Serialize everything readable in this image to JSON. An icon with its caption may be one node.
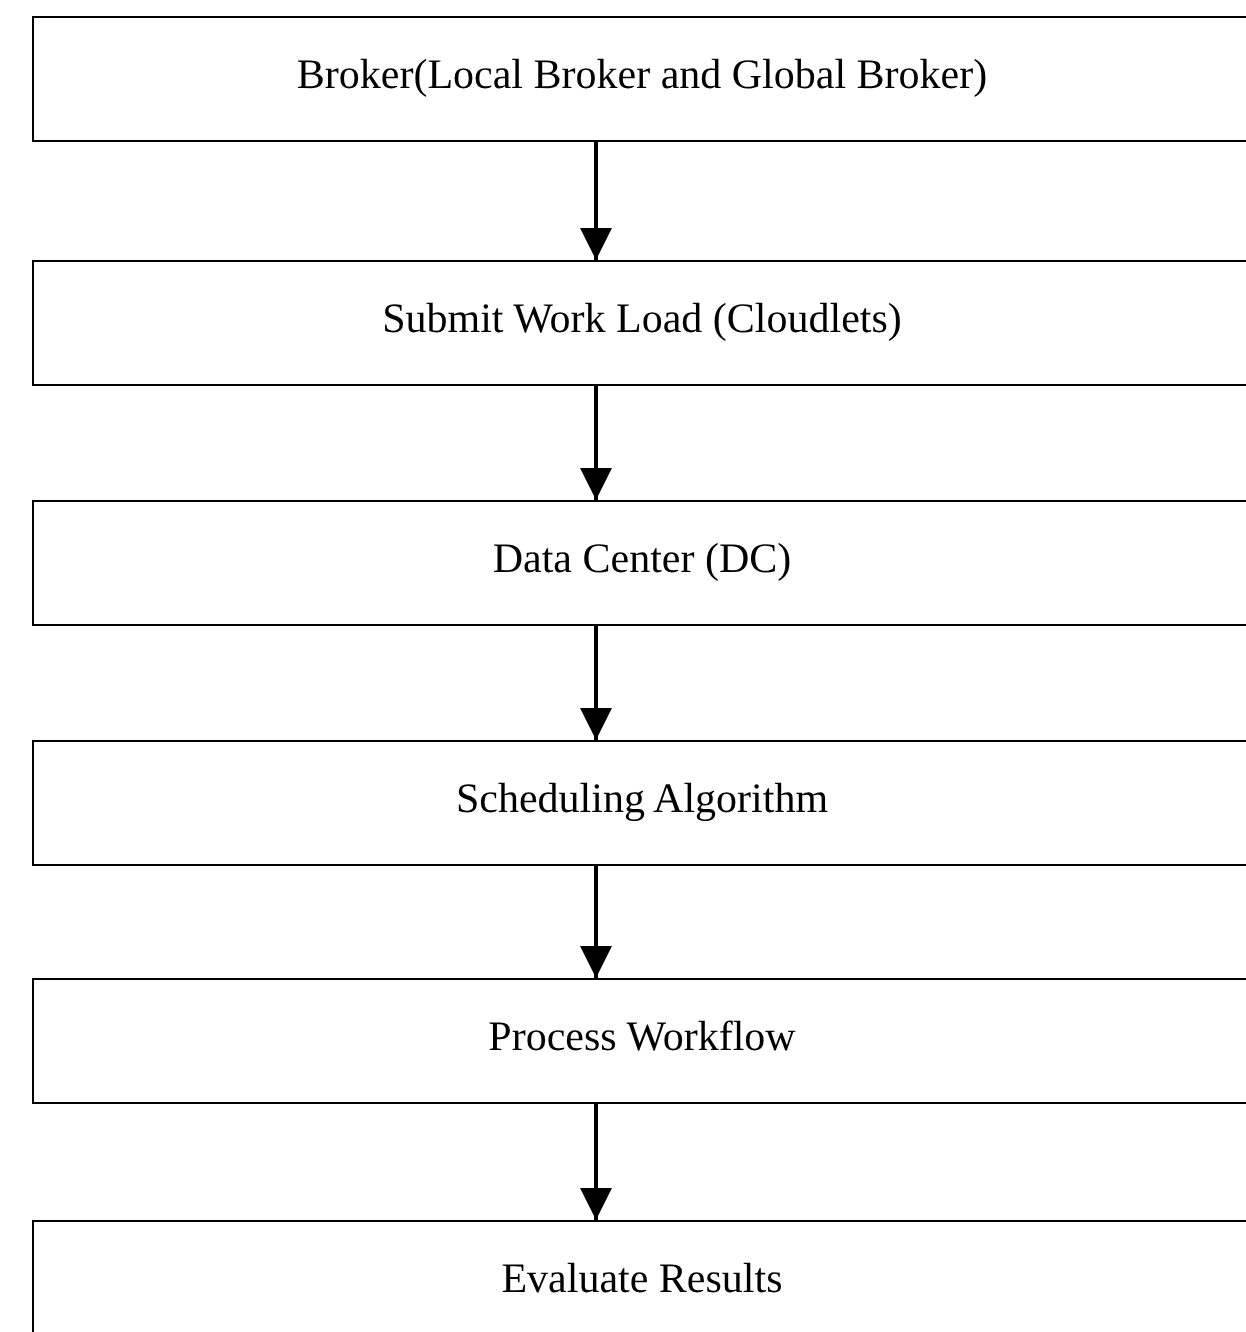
{
  "diagram": {
    "nodes": [
      {
        "text": [
          "Broker(Local Broker and Global Broker)"
        ]
      },
      {
        "text": [
          "Submit Work Load (Cloudlets)"
        ]
      },
      {
        "text": [
          "Data Center (DC)"
        ]
      },
      {
        "text": [
          "Scheduling Algorithm"
        ]
      },
      {
        "text": [
          "Process Workflow"
        ]
      },
      {
        "text": [
          "Evaluate Results"
        ]
      }
    ],
    "edges": [
      {
        "from": 0,
        "to": 1,
        "arrow": "to"
      },
      {
        "from": 1,
        "to": 2,
        "arrow": "to"
      },
      {
        "from": 2,
        "to": 3,
        "arrow": "to"
      },
      {
        "from": 3,
        "to": 4,
        "arrow": "to"
      },
      {
        "from": 4,
        "to": 5,
        "arrow": "to"
      }
    ]
  }
}
